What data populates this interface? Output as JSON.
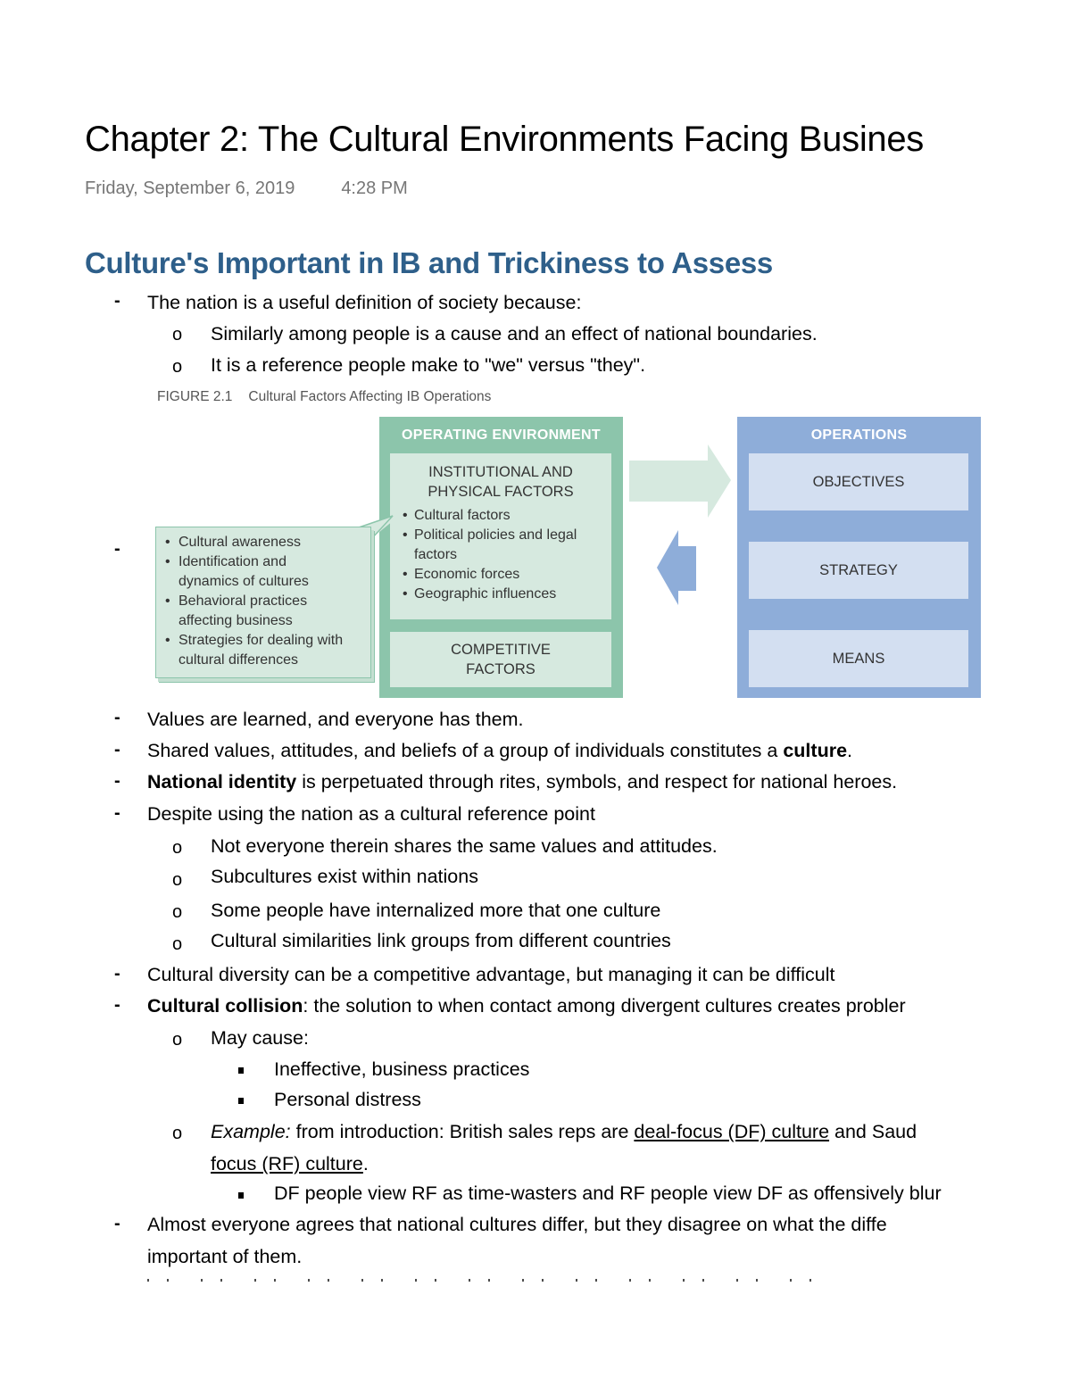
{
  "page": {
    "title": "Chapter 2: The Cultural Environments Facing Busines",
    "date": "Friday, September 6, 2019",
    "time": "4:28 PM"
  },
  "section": {
    "heading": "Culture's Important in IB and Trickiness to Assess"
  },
  "bullets": {
    "dash": "-",
    "circle": "o",
    "intro": "The nation is a useful definition of society because:",
    "intro_sub": [
      "Similarly among people is a cause and an effect of national boundaries.",
      "It is a reference people make to \"we\" versus \"they\"."
    ],
    "values_learned": "Values are learned, and everyone has them.",
    "shared_values_pre": "Shared values, attitudes, and beliefs of a group of individuals constitutes a ",
    "shared_values_bold": "culture",
    "shared_values_post": ".",
    "national_identity_bold": "National identity",
    "national_identity_rest": " is perpetuated through rites, symbols, and respect for national heroes.",
    "despite": "Despite using the nation as a cultural reference point",
    "despite_sub": [
      "Not everyone therein shares the same values and attitudes.",
      "Subcultures exist within nations",
      "Some people have internalized more that one culture",
      "Cultural similarities link groups from different countries"
    ],
    "diversity": "Cultural diversity can be a competitive advantage, but managing it can be difficult",
    "collision_bold": "Cultural collision",
    "collision_rest": ": the solution to when contact among divergent cultures creates probler",
    "may_cause": "May cause:",
    "may_cause_sub": [
      "Ineffective, business practices",
      "Personal distress"
    ],
    "example_italic": "Example:",
    "example_pre": " from introduction: British sales reps are ",
    "example_df": "deal-focus (DF) culture",
    "example_mid": " and Saud",
    "example_rf": "focus (RF) culture",
    "example_end": ".",
    "df_rf": "DF people view RF as time-wasters and RF people view DF as offensively blur",
    "almost_line1": "Almost everyone agrees that national cultures differ, but they disagree on what the diffe",
    "almost_line2": "important of them."
  },
  "figure": {
    "number": "FIGURE 2.1",
    "caption": "Cultural Factors Affecting IB Operations",
    "operating_environment": {
      "title": "OPERATING ENVIRONMENT",
      "institutional_title_line1": "INSTITUTIONAL AND",
      "institutional_title_line2": "PHYSICAL FACTORS",
      "institutional_items": [
        "Cultural factors",
        "Political policies and legal",
        "factors",
        "Economic forces",
        "Geographic influences"
      ],
      "competitive_line1": "COMPETITIVE",
      "competitive_line2": "FACTORS",
      "color": "#8cc5ab",
      "inner_color": "#d6e9df"
    },
    "callout_items": [
      "Cultural awareness",
      "Identification and",
      "dynamics of cultures",
      "Behavioral practices",
      "affecting business",
      "Strategies for dealing with",
      "cultural differences"
    ],
    "operations": {
      "title": "OPERATIONS",
      "boxes": [
        "OBJECTIVES",
        "STRATEGY",
        "MEANS"
      ],
      "color": "#8eadd9",
      "inner_color": "#d3dff1"
    }
  },
  "colors": {
    "heading": "#2e5f8a",
    "meta": "#767676"
  }
}
